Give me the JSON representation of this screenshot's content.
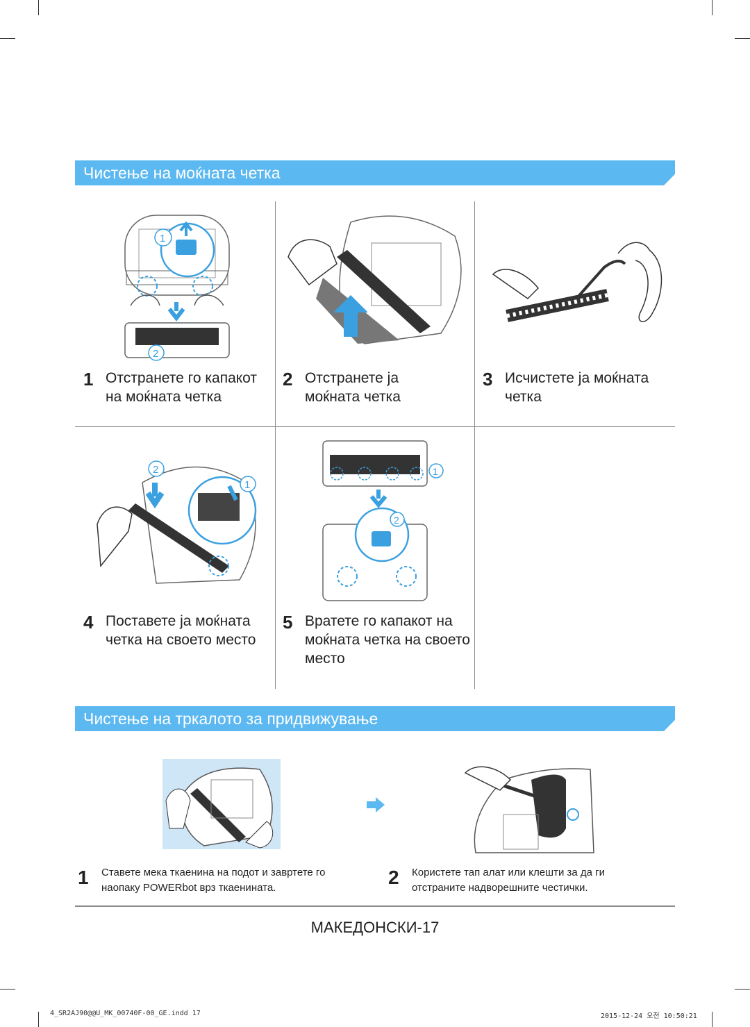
{
  "sections": {
    "main_brush_title": "Чистење на моќната четка",
    "wheel_title": "Чистење на тркалото за придвижување"
  },
  "steps": [
    {
      "number": "1",
      "text": "Отстранете го капакот на моќната четка"
    },
    {
      "number": "2",
      "text": "Отстранете ја моќната четка"
    },
    {
      "number": "3",
      "text": "Исчистете ја моќната четка"
    },
    {
      "number": "4",
      "text": "Поставете ја моќната четка на своето место"
    },
    {
      "number": "5",
      "text": "Вратете го капакот на моќната четка на своето место"
    }
  ],
  "wheel_steps": [
    {
      "number": "1",
      "text": "Ставете мека ткаенина на подот и завртете го наопаку POWERbot врз ткаенината."
    },
    {
      "number": "2",
      "text": "Користете тап алат или клешти за да ги отстраните надворешните честички."
    }
  ],
  "callouts": {
    "one": "1",
    "two": "2"
  },
  "page": {
    "language": "МАКЕДОНСКИ-",
    "number": "17"
  },
  "footer": {
    "file": "4_SR2AJ90@@U_MK_00740F-00_GE.indd   17",
    "date": "2015-12-24   오전 10:50:21"
  },
  "colors": {
    "accent": "#5bb8f0",
    "illustration_blue": "#3aa0e0",
    "line": "#8a8a8a"
  },
  "icons": [
    "arrow-right-icon",
    "arrow-down-icon",
    "arrow-up-icon"
  ]
}
